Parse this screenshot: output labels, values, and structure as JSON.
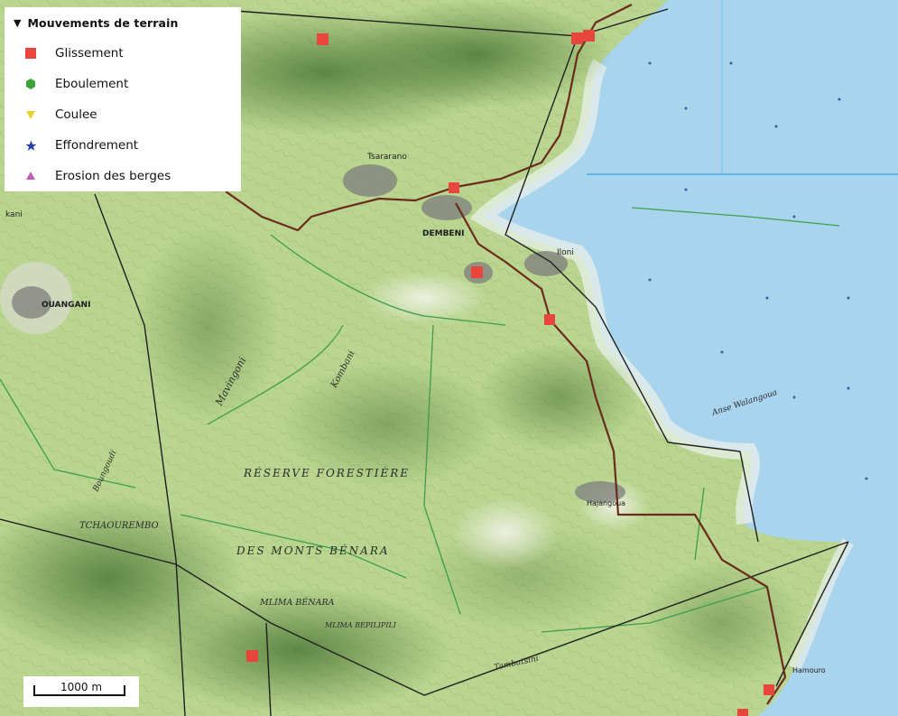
{
  "legend": {
    "title": "Mouvements de terrain",
    "items": [
      {
        "label": "Glissement",
        "symbol": "square",
        "color": "#e8453c"
      },
      {
        "label": "Eboulement",
        "symbol": "hexagon",
        "color": "#3aa335"
      },
      {
        "label": "Coulee",
        "symbol": "triangle-down",
        "color": "#e8d22c"
      },
      {
        "label": "Effondrement",
        "symbol": "star",
        "color": "#2a3fa8"
      },
      {
        "label": "Erosion des berges",
        "symbol": "triangle-up",
        "color": "#c15cb7"
      }
    ]
  },
  "scale": {
    "label": "1000 m"
  },
  "places": {
    "tsararano": "Tsararano",
    "dembeni": "DEMBENI",
    "iloni": "Iloni",
    "ouangani": "OUANGANI",
    "tchaourembo": "TCHAOUREMBO",
    "mlima_benara": "MLIMA BÉNARA",
    "mlima_bepilipili": "MLIMA BEPILIPILI",
    "reserve": "RÉSERVE FORESTIÈRE",
    "monts": "DES MONTS BÉNARA",
    "mavingoni": "Mavingoni",
    "kombani": "Kombani",
    "boungoudi": "Boungoudi",
    "hajangoua": "Hajangoua",
    "hamouro": "Hamouro",
    "tambatsini": "Tambatsini",
    "anse_walangoua": "Anse Walangoua",
    "kani": "kani"
  },
  "colors": {
    "sea": "#a9d4ee",
    "land": "#b9d58f",
    "road": "#6b2b1c",
    "boundary": "#1f1f1f"
  }
}
